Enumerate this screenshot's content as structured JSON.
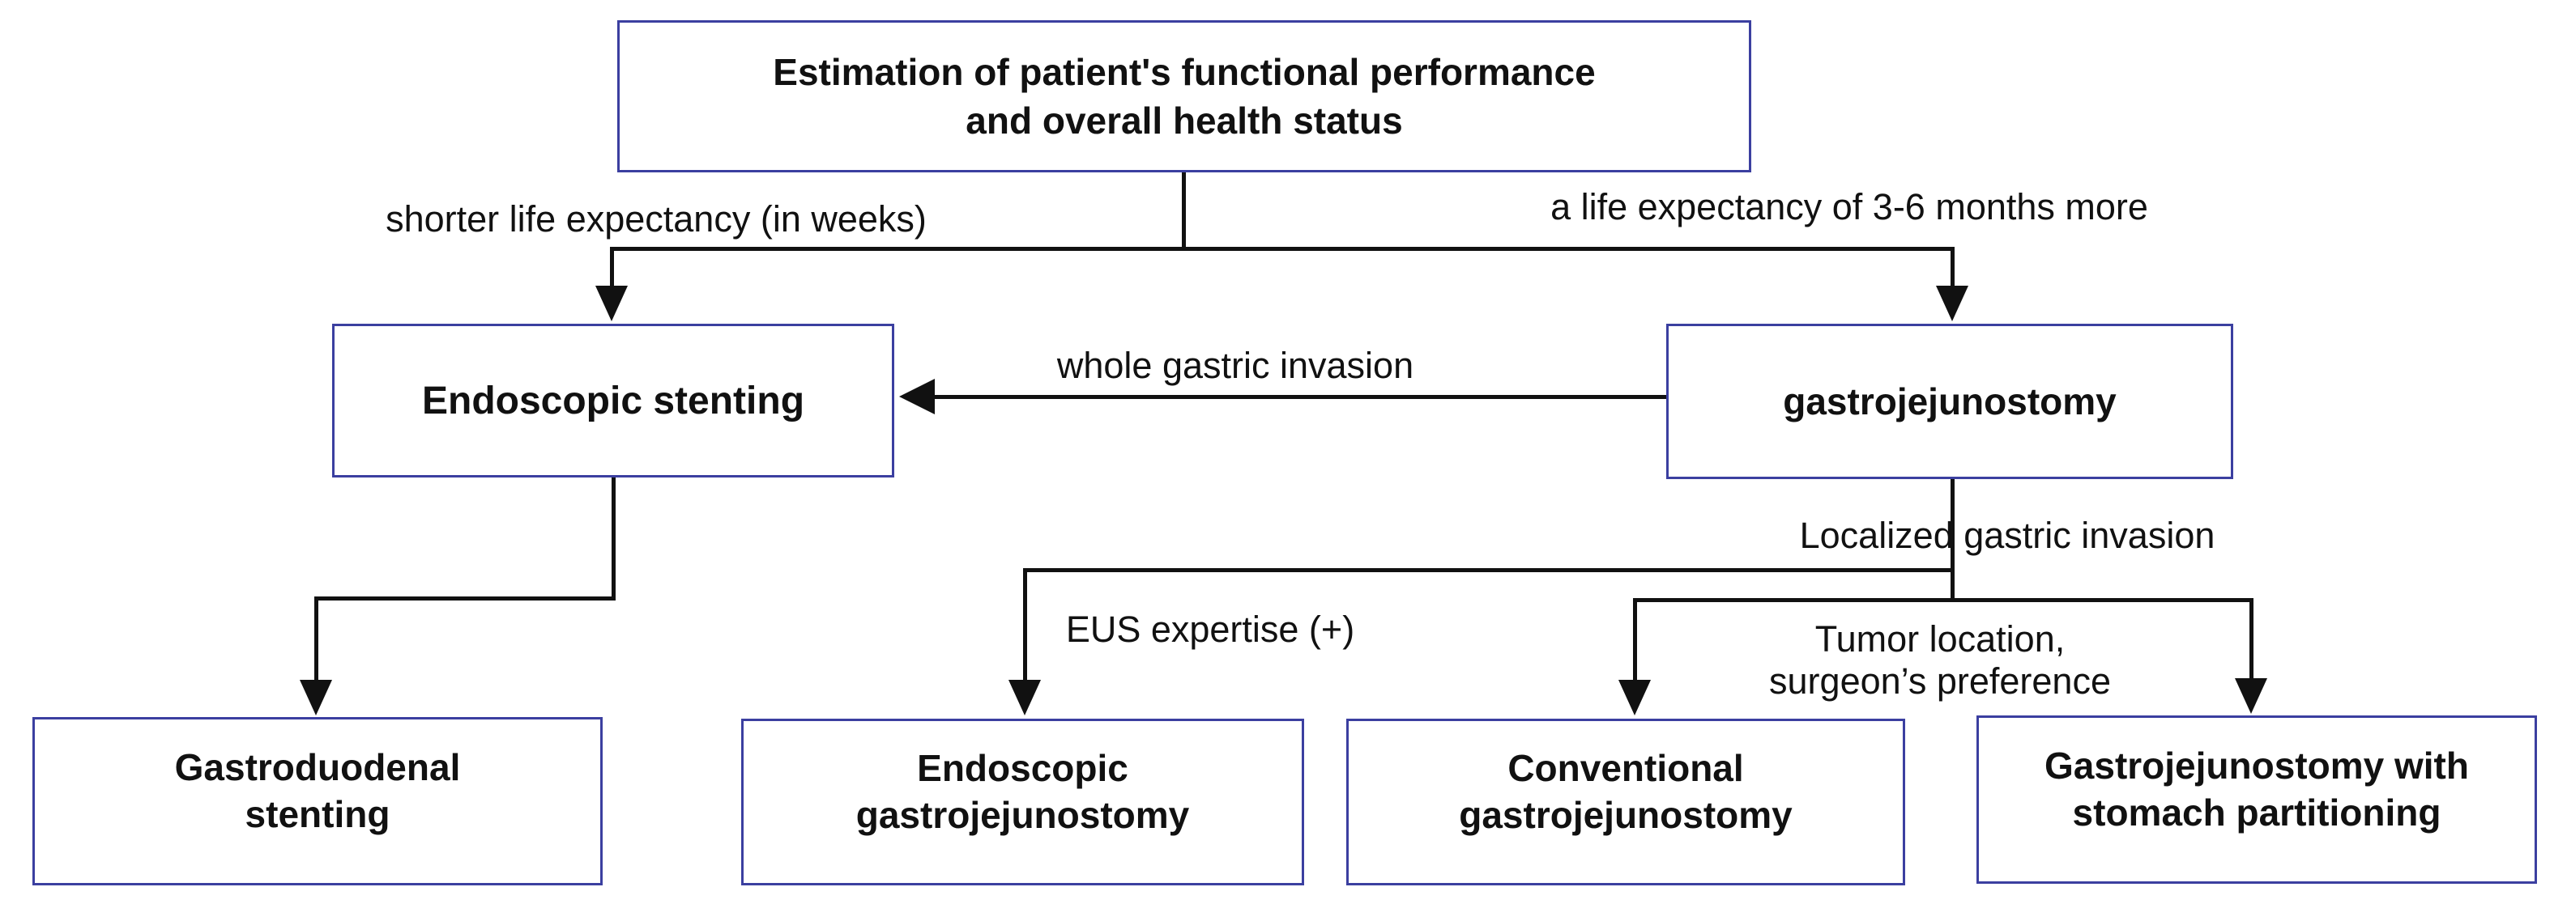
{
  "figure": {
    "background": "#ffffff"
  },
  "colors": {
    "box_border": "#3b3fa0",
    "connector": "#111111",
    "text": "#111111"
  },
  "nodes": {
    "estimation": {
      "line1": "Estimation of patient's functional performance",
      "line2": "and overall health status"
    },
    "endoscopic_stenting": {
      "label": "Endoscopic stenting"
    },
    "gastrojejunostomy": {
      "label": "gastrojejunostomy"
    },
    "gastroduodenal_stenting": {
      "line1": "Gastroduodenal",
      "line2": "stenting"
    },
    "endoscopic_gastrojejunostomy": {
      "line1": "Endoscopic",
      "line2": "gastrojejunostomy"
    },
    "conventional_gastrojejunostomy": {
      "line1": "Conventional",
      "line2": "gastrojejunostomy"
    },
    "gastrojejunostomy_partitioning": {
      "line1": "Gastrojejunostomy with",
      "line2": "stomach partitioning"
    }
  },
  "edge_labels": {
    "shorter_life": "shorter life expectancy (in weeks)",
    "longer_life": "a life expectancy of 3-6 months more",
    "whole_gastric": "whole gastric invasion",
    "localized_gastric": "Localized gastric invasion",
    "eus_expertise": "EUS expertise (+)",
    "tumor_line1": "Tumor location,",
    "tumor_line2": "surgeon’s preference"
  }
}
